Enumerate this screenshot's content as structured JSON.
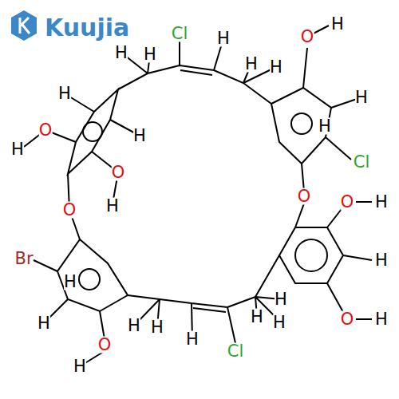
{
  "diagram": {
    "labels": [
      "Kuujia",
      "Cl",
      "H",
      "H",
      "H",
      "H",
      "H",
      "O",
      "H",
      "H",
      "H",
      "Cl",
      "O",
      "O",
      "H",
      "H",
      "O",
      "H",
      "H",
      "H",
      "H",
      "Cl",
      "H",
      "H",
      "H",
      "O",
      "H",
      "H",
      "H",
      "Br",
      "O",
      "O",
      "H",
      "O",
      "H",
      "H",
      "H"
    ]
  }
}
